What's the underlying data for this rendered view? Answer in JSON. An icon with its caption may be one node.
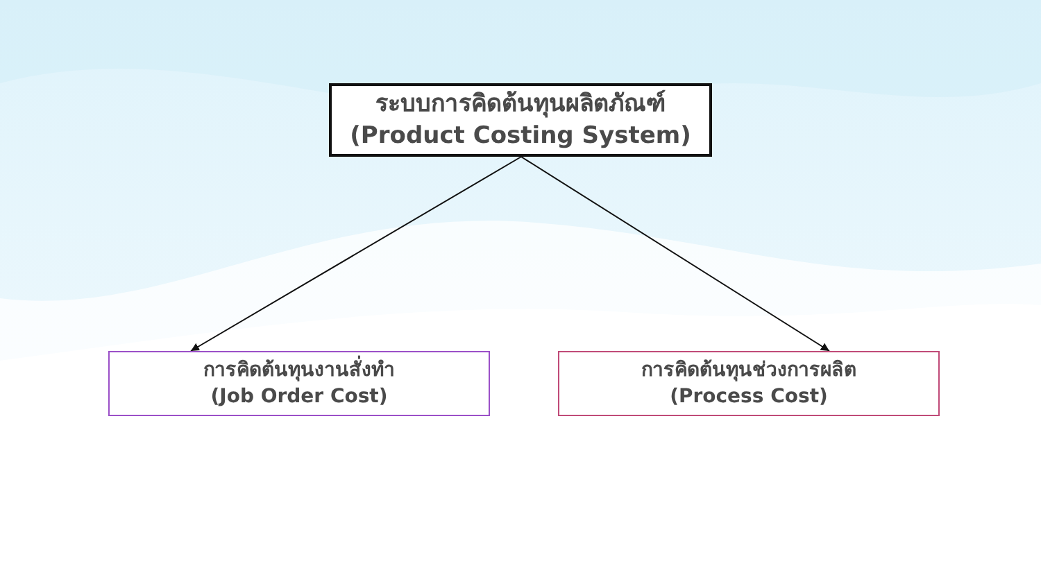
{
  "diagram": {
    "nodes": [
      {
        "text": [
          "ระบบการคิดต้นทุนผลิตภัณฑ์",
          "(Product Costing System)"
        ]
      },
      {
        "text": [
          "การคิดต้นทุนงานสั่งทำ",
          "(Job Order Cost)"
        ]
      },
      {
        "text": [
          "การคิดต้นทุนช่วงการผลิต",
          "(Process Cost)"
        ]
      }
    ],
    "edges": [
      {
        "from": 0,
        "to": 1,
        "arrow": "to"
      },
      {
        "from": 0,
        "to": 2,
        "arrow": "to"
      }
    ]
  }
}
